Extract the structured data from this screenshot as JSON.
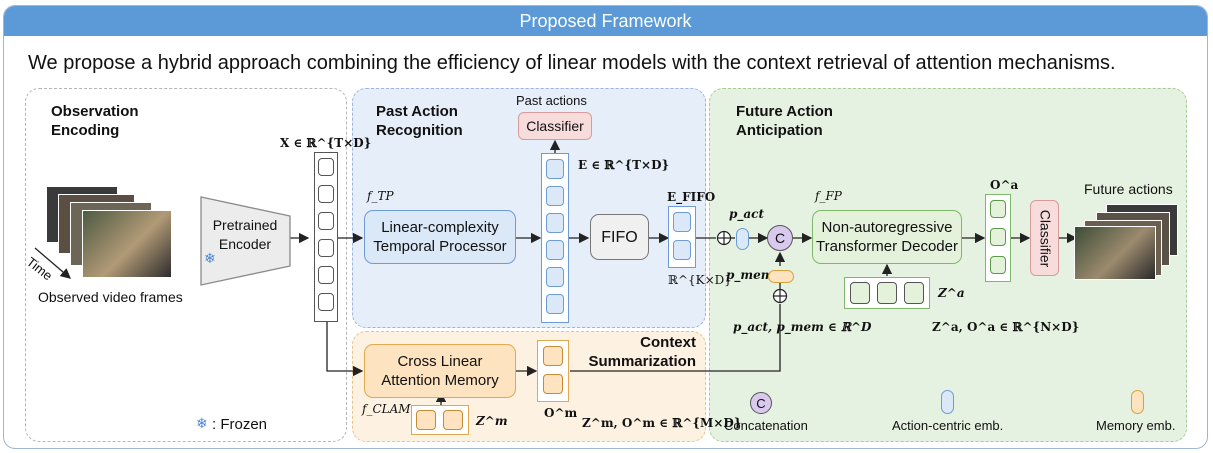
{
  "header": {
    "title": "Proposed Framework"
  },
  "intro": "We propose a hybrid approach combining the efficiency of linear models with the context retrieval of attention mechanisms.",
  "panels": {
    "observation": "Observation\nEncoding",
    "past": "Past Action\nRecognition",
    "future": "Future Action\nAnticipation",
    "context": "Context\nSummarization"
  },
  "blocks": {
    "encoder": "Pretrained\nEncoder",
    "temporal": "Linear-complexity\nTemporal Processor",
    "classifier_top": "Classifier",
    "fifo": "FIFO",
    "decoder": "Non-autoregressive\nTransformer Decoder",
    "classifier_right": "Classifier",
    "clam": "Cross Linear\nAttention Memory"
  },
  "labels": {
    "past_actions": "Past actions",
    "future_actions": "Future actions",
    "time": "Time",
    "observed": "Observed video frames",
    "frozen": ": Frozen",
    "concat": "Concatenation",
    "action_emb": "Action-centric emb.",
    "memory_emb": "Memory emb."
  },
  "math": {
    "x_dim": "X ∈ ℝ^{T×D}",
    "e_dim": "E ∈ ℝ^{T×D}",
    "e_fifo": "E_FIFO",
    "k_dim": "ℝ^{K×D}",
    "f_tp": "f_TP",
    "f_fp": "f_FP",
    "f_clam": "f_CLAM",
    "p_act": "p_act",
    "p_mem": "p_mem",
    "p_dims": "p_act, p_mem ∈ ℝ^D",
    "o_a": "O^a",
    "z_a": "Z^a",
    "za_oa": "Z^a, O^a ∈ ℝ^{N×D}",
    "z_m": "Z^m",
    "o_m": "O^m",
    "zm_om": "Z^m, O^m ∈ ℝ^{M×D}",
    "concat_sym": "C",
    "snow": "❄"
  },
  "colors": {
    "banner": "#5b9ad6",
    "past_panel": "#e6eef9",
    "future_panel": "#e6f2e1",
    "context_panel": "#fdf1e1",
    "blue_block": "#dbe8f8",
    "green_block": "#e4f2dc",
    "orange_block": "#fde3c0",
    "pink_block": "#f8dcdc",
    "concat": "#d9c9ee"
  }
}
